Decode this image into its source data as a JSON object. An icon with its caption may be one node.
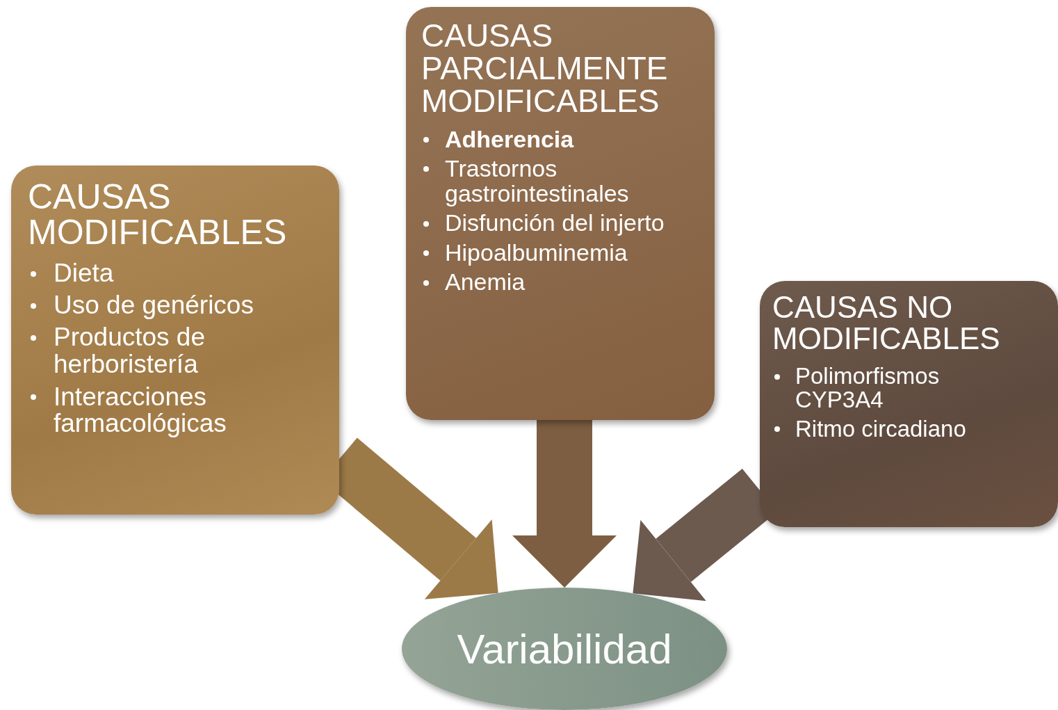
{
  "diagram": {
    "nodes": [
      {
        "text": [
          "CAUSAS MODIFICABLES",
          "Dieta",
          "Uso de genéricos",
          "Productos de herboristería",
          "Interacciones farmacológicas"
        ]
      },
      {
        "text": [
          "CAUSAS PARCIALMENTE MODIFICABLES",
          "**Adherencia**",
          "Trastornos gastrointestinales",
          "Disfunción del injerto",
          "Hipoalbuminemia",
          "Anemia"
        ]
      },
      {
        "text": [
          "CAUSAS NO MODIFICABLES",
          "Polimorfismos CYP3A4",
          "Ritmo circadiano"
        ]
      },
      {
        "text": [
          "Variabilidad"
        ]
      }
    ],
    "edges": [
      {
        "from": 0,
        "to": 3,
        "arrow": "to",
        "color": "#9c7a48"
      },
      {
        "from": 1,
        "to": 3,
        "arrow": "to",
        "color": "#7e5e42"
      },
      {
        "from": 2,
        "to": 3,
        "arrow": "to",
        "color": "#6c5a4e"
      }
    ]
  }
}
